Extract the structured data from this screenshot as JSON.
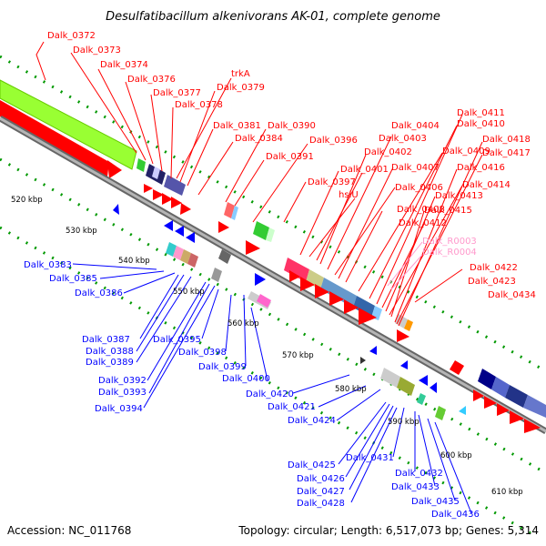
{
  "title": "Desulfatibacillum alkenivorans AK-01, complete genome",
  "footer": {
    "accession": "Accession: NC_011768",
    "summary": "Topology: circular; Length: 6,517,073 bp; Genes: 5,314"
  },
  "colors": {
    "forward": "#ff0000",
    "reverse": "#0000ff",
    "rna": "#ff99cc",
    "backbone": "#888888",
    "tick": "#009900"
  },
  "kbp_labels": [
    "520 kbp",
    "530 kbp",
    "540 kbp",
    "550 kbp",
    "560 kbp",
    "570 kbp",
    "580 kbp",
    "590 kbp",
    "600 kbp",
    "610 kbp"
  ],
  "top_labels": [
    "Dalk_0372",
    "Dalk_0373",
    "Dalk_0374",
    "Dalk_0376",
    "Dalk_0377",
    "Dalk_0378",
    "trkA",
    "Dalk_0379",
    "Dalk_0381",
    "Dalk_0384",
    "Dalk_0390",
    "Dalk_0391",
    "Dalk_0396",
    "Dalk_0397",
    "hslU",
    "Dalk_0401",
    "Dalk_0402",
    "Dalk_0403",
    "Dalk_0404",
    "Dalk_0406",
    "Dalk_0407",
    "Dalk_0408",
    "Dalk_0409",
    "Dalk_0410",
    "Dalk_0411",
    "Dalk_0412",
    "Dalk_0413",
    "Dalk_0414",
    "Dalk_0415",
    "Dalk_0416",
    "Dalk_0417",
    "Dalk_0418",
    "Dalk_R0003",
    "Dalk_R0004",
    "Dalk_0422",
    "Dalk_0423",
    "Dalk_0434"
  ],
  "bottom_labels": [
    "Dalk_0383",
    "Dalk_0385",
    "Dalk_0386",
    "Dalk_0387",
    "Dalk_0388",
    "Dalk_0389",
    "Dalk_0392",
    "Dalk_0393",
    "Dalk_0394",
    "Dalk_0395",
    "Dalk_0398",
    "Dalk_0399",
    "Dalk_0400",
    "Dalk_0420",
    "Dalk_0421",
    "Dalk_0424",
    "Dalk_0425",
    "Dalk_0426",
    "Dalk_0427",
    "Dalk_0428",
    "Dalk_0431",
    "Dalk_0432",
    "Dalk_0433",
    "Dalk_0435",
    "Dalk_0436"
  ]
}
